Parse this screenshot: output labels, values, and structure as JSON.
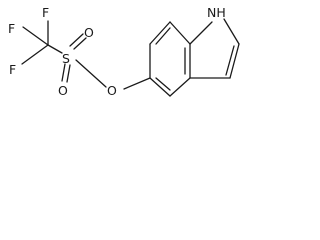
{
  "molecule": {
    "atoms": {
      "F1": "F",
      "F2": "F",
      "F3": "F",
      "S": "S",
      "O1": "O",
      "O2": "O",
      "O3": "O",
      "NH": "NH"
    }
  }
}
